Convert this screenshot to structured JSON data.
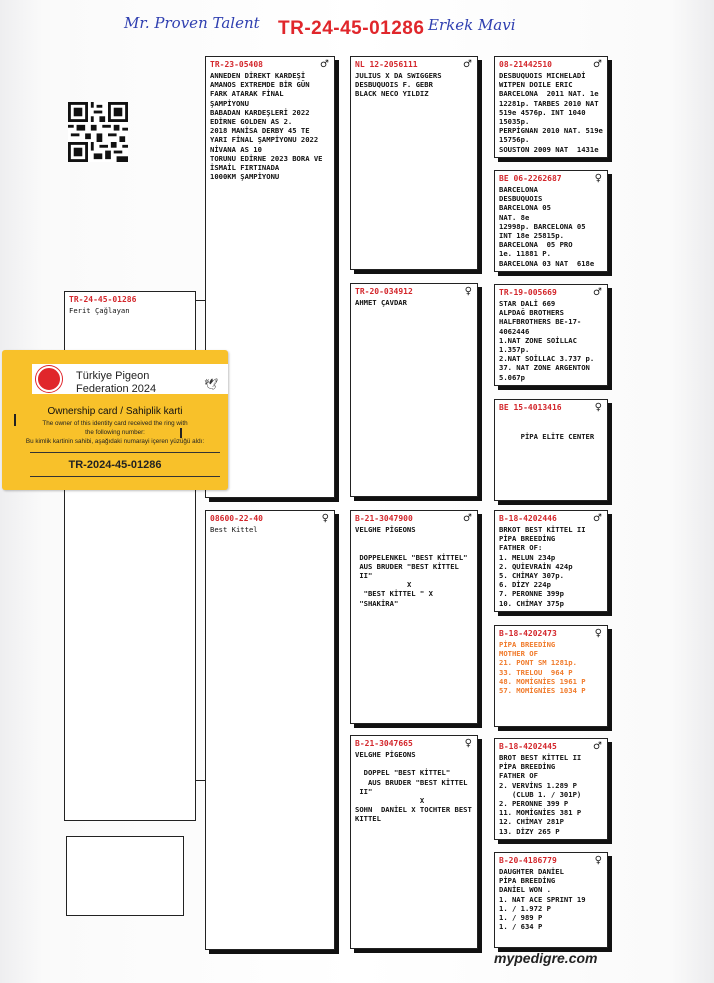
{
  "handwriting": {
    "left": "Mr. Proven Talent",
    "right": "Erkek Mavi"
  },
  "header_ring": "TR-24-45-01286",
  "subject": {
    "ring": "TR-24-45-01286",
    "owner": "Ferit Çağlayan"
  },
  "card": {
    "line1": "Türkiye Pigeon",
    "line2": "Federation 2024",
    "title": "Ownership card / Sahiplik karti",
    "small1": "The owner of this identity card received the ring with",
    "small2": "the following number:",
    "small3": "Bu kimlik kartinin sahibi, aşağıdaki numarayi içeren yüzüğü aldı:",
    "number": "TR-2024-45-01286"
  },
  "sire": {
    "ring": "TR-23-05408",
    "sex": "♂",
    "text": "ANNEDEN DİREKT KARDEŞİ\nAMANOS EXTREMDE BİR GÜN\nFARK ATARAK FİNAL\nŞAMPİYONU\nBABADAN KARDEŞLERİ 2022\nEDİRNE GOLDEN AS 2.\n2018 MANİSA DERBY 45 TE\nYARI FİNAL ŞAMPİYONU 2022\nNİVANA AS 10\nTORUNU EDİRNE 2023 BORA VE\nİSMAİL FIRTINADA\n1000KM ŞAMPİYONU"
  },
  "dam": {
    "ring": "08600-22-40",
    "sex": "♀",
    "text": "Best Kittel"
  },
  "ss": {
    "ring": "NL 12-2056111",
    "sex": "♂",
    "text": "JULIUS X DA SWIGGERS\nDESBUQUOIS F. GEBR\nBLACK NECO YILDIZ"
  },
  "sd": {
    "ring": "TR-20-034912",
    "sex": "♀",
    "text": "AHMET ÇAVDAR"
  },
  "ds": {
    "ring": "B-21-3047900",
    "sex": "♂",
    "text": "VELGHE PİGEONS\n\n\n DOPPELENKEL \"BEST KİTTEL\"\n AUS BRUDER \"BEST KİTTEL\n II\"\n            X\n  \"BEST KİTTEL \" X\n \"SHAKİRA\""
  },
  "dd": {
    "ring": "B-21-3047665",
    "sex": "♀",
    "text": "VELGHE PİGEONS\n\n  DOPPEL \"BEST KİTTEL\"\n   AUS BRUDER \"BEST KİTTEL\n II\"\n               X\nSOHN  DANİEL X TOCHTER BEST\nKITTEL"
  },
  "sss": {
    "ring": "08-21442510",
    "sex": "♂",
    "text": "DESBUQUOIS MICHELADİ\nWITPEN DOILE ERIC\nBARCELONA  2011 NAT. 1e\n12281p. TARBES 2010 NAT\n519e 4576p. INT 1040\n15035p.\nPERPİGNAN 2010 NAT. 519e\n15756p.\nSOUSTON 2009 NAT  1431e"
  },
  "ssd": {
    "ring": "BE 06-2262687",
    "sex": "♀",
    "text": "BARCELONA\nDESBUQUOIS\nBARCELONA 05\nNAT. 8e\n12998p. BARCELONA 05\nINT 18e 25815p.\nBARCELONA  05 PRO\n1e. 11881 P.\nBARCELONA 03 NAT  618e"
  },
  "sds": {
    "ring": "TR-19-005669",
    "sex": "♂",
    "text": "STAR DALİ 669\nALPDAĞ BROTHERS\nHALFBROTHERS BE-17-\n4062446\n1.NAT ZONE SOİLLAC\n1.357p.\n2.NAT SOİLLAC 3.737 p.\n37. NAT ZONE ARGENTON\n5.067p"
  },
  "sdd": {
    "ring": "BE 15-4013416",
    "sex": "♀",
    "text": "\n\n     PİPA ELİTE CENTER"
  },
  "dss": {
    "ring": "B-18-4202446",
    "sex": "♂",
    "text": "BRKOT BEST KİTTEL II\nPİPA BREEDİNG\nFATHER OF:\n1. MELUN 234p\n2. QUİEVRAİN 424p\n5. CHİMAY 307p.\n6. DİZY 224p\n7. PERONNE 399p\n10. CHİMAY 375p"
  },
  "dsd": {
    "ring": "B-18-4202473",
    "sex": "♀",
    "text": "PİPA BREEDİNG\nMOTHER OF\n21. PONT SM 1281p.\n33. TRELOU  964 P\n48. MOMİGNİES 1961 P\n57. MOMİGNİES 1034 P"
  },
  "dds": {
    "ring": "B-18-4202445",
    "sex": "♂",
    "text": "BROT BEST KİTTEL II\nPİPA BREEDİNG\nFATHER OF\n2. VERVİNS 1.289 P\n   (CLUB 1. / 301P)\n2. PERONNE 399 P\n11. MOMİGNİES 381 P\n12. CHİMAY 281P\n13. DİZY 265 P"
  },
  "ddd": {
    "ring": "B-20-4186779",
    "sex": "♀",
    "text": "DAUGHTER DANİEL\nPİPA BREEDİNG\nDANİEL WON .\n1. NAT ACE SPRINT 19\n1. / 1.972 P\n1. / 989 P\n1. / 634 P"
  },
  "brand": "mypedigre.com",
  "colors": {
    "ring": "#d3262b",
    "card": "#f8c12a",
    "handwriting": "#2f3fb0",
    "orange_text": "#f07a2a"
  }
}
